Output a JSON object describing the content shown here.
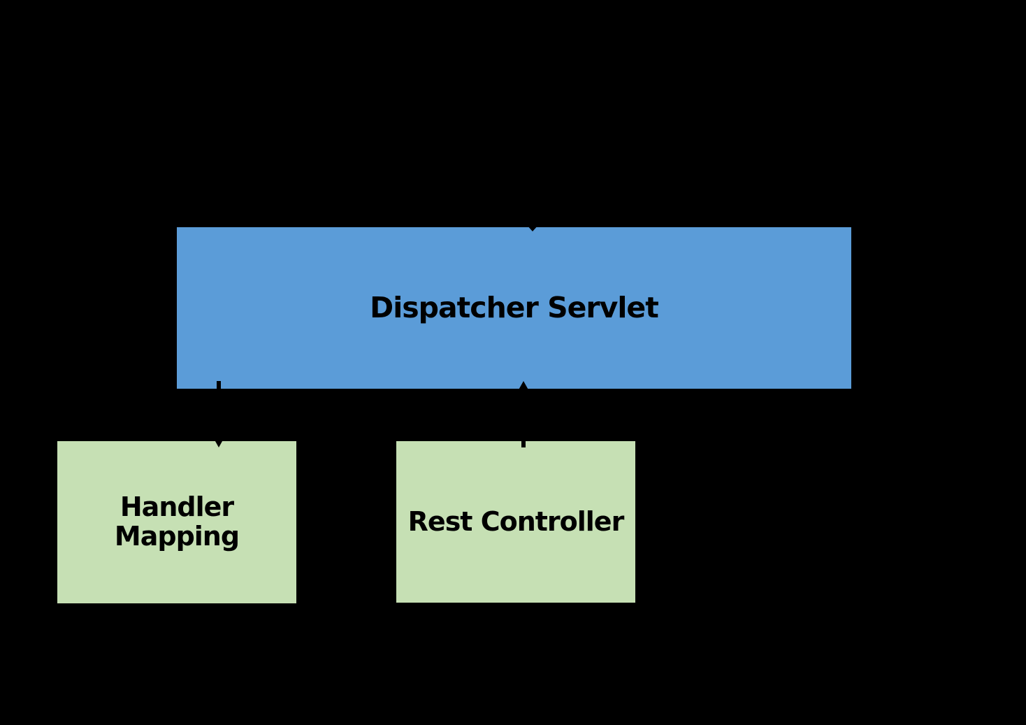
{
  "diagram": {
    "background_color": "#000000",
    "text_color": "#000000",
    "arrow_color": "#000000",
    "boxes": [
      {
        "id": "dispatcher-servlet",
        "label": "Dispatcher Servlet",
        "fill": "#5b9cd8"
      },
      {
        "id": "handler-mapping",
        "label": "Handler Mapping",
        "fill": "#c6e0b4"
      },
      {
        "id": "rest-controller",
        "label": "Rest Controller",
        "fill": "#c6e0b4"
      }
    ],
    "arrows": [
      {
        "id": "incoming-request-arrow",
        "direction": "down",
        "from": "above",
        "to": "dispatcher-servlet"
      },
      {
        "id": "dispatcher-to-handler-mapping-arrow",
        "direction": "down",
        "from": "dispatcher-servlet",
        "to": "handler-mapping"
      },
      {
        "id": "rest-controller-to-dispatcher-arrow",
        "direction": "up",
        "from": "rest-controller",
        "to": "dispatcher-servlet"
      }
    ]
  }
}
